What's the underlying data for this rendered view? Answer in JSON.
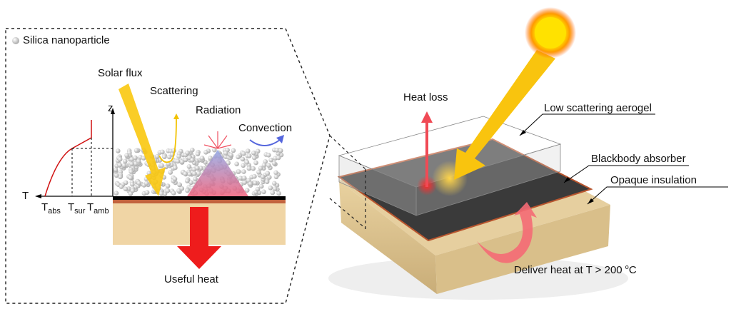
{
  "left_panel": {
    "legend": "Silica nanoparticle",
    "solar_flux": "Solar flux",
    "scattering": "Scattering",
    "radiation": "Radiation",
    "convection": "Convection",
    "useful_heat": "Useful heat",
    "axis_z": "z",
    "axis_t": "T",
    "t_abs": {
      "main": "T",
      "sub": "abs"
    },
    "t_sur": {
      "main": "T",
      "sub": "sur"
    },
    "t_amb": {
      "main": "T",
      "sub": "amb"
    }
  },
  "right_panel": {
    "heat_loss": "Heat loss",
    "aerogel": "Low scattering aerogel",
    "absorber": "Blackbody absorber",
    "insulation": "Opaque insulation",
    "deliver": "Deliver heat at T > 200 ",
    "deliver_unit_sup": "o",
    "deliver_unit": "C"
  },
  "colors": {
    "sun": "#f5c400",
    "solar": "#f9c80e",
    "heat": "#ee1c1c",
    "insulation": "#f0d5a5",
    "absorber": "#3a3a3a",
    "convection": "#5566dd"
  }
}
